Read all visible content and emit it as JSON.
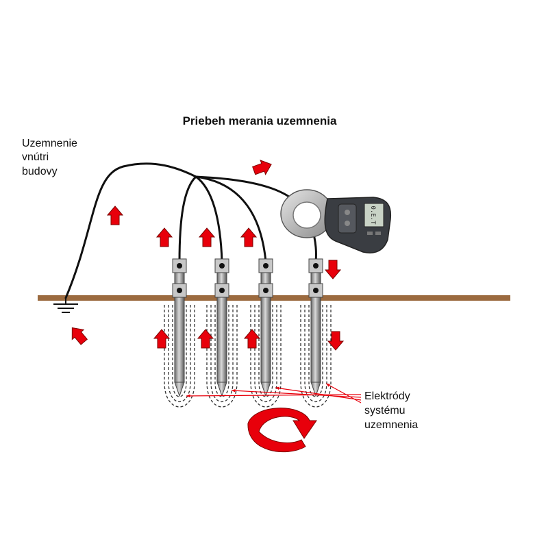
{
  "title": "Priebeh merania uzemnenia",
  "building_ground_label": [
    "Uzemnenie",
    "vnútri",
    "budovy"
  ],
  "electrodes_label": [
    "Elektródy",
    "systému",
    "uzemnenia"
  ],
  "meter_display": "0.E.T",
  "colors": {
    "arrow": "#e8000b",
    "arrow_stroke": "#7a0000",
    "ground": "#9b6a3f",
    "wire": "#111111",
    "rod": "#8c8c8c",
    "field_lines": "#333333",
    "pointer": "#e8000b"
  },
  "electrode_count": 4,
  "icons": [
    "ground-symbol-icon",
    "current-arrow-icon",
    "rotation-arrow-icon",
    "clamp-meter-icon"
  ]
}
